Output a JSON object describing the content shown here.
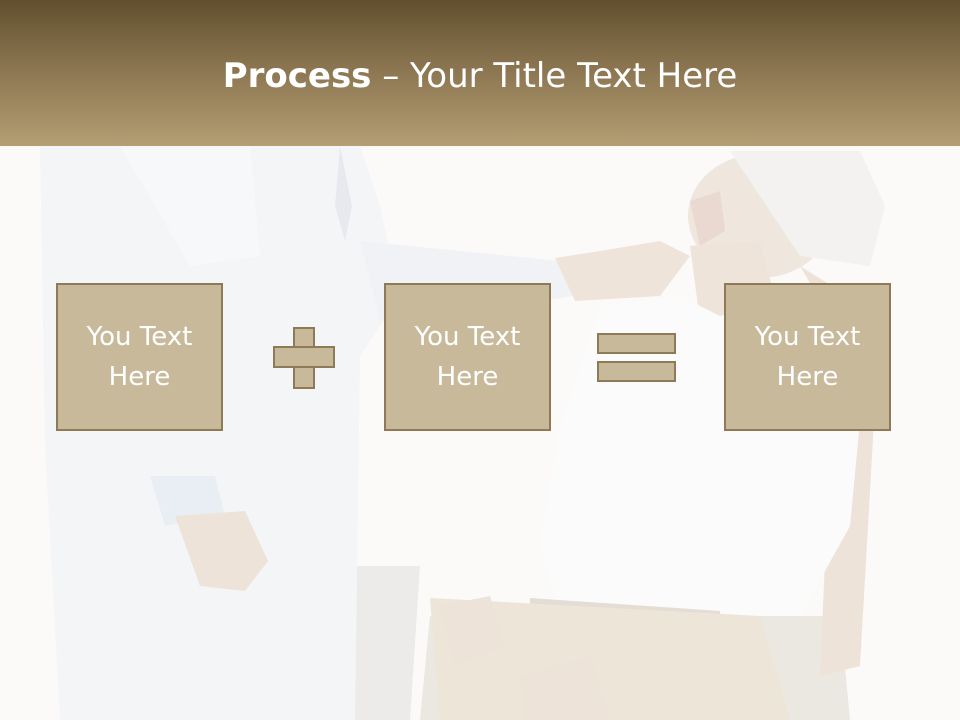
{
  "title": {
    "bold": "Process",
    "rest": " – Your Title Text Here"
  },
  "boxes": [
    {
      "text": "You Text\nHere"
    },
    {
      "text": "You Text\nHere"
    },
    {
      "text": "You Text\nHere"
    }
  ],
  "colors": {
    "header_dark": "#614f2d",
    "header_light": "#b49e73",
    "box_fill": "#c9b99b",
    "box_border": "#8e7a57"
  },
  "background_image": "faded photo of a doctor examining an elderly man's throat"
}
